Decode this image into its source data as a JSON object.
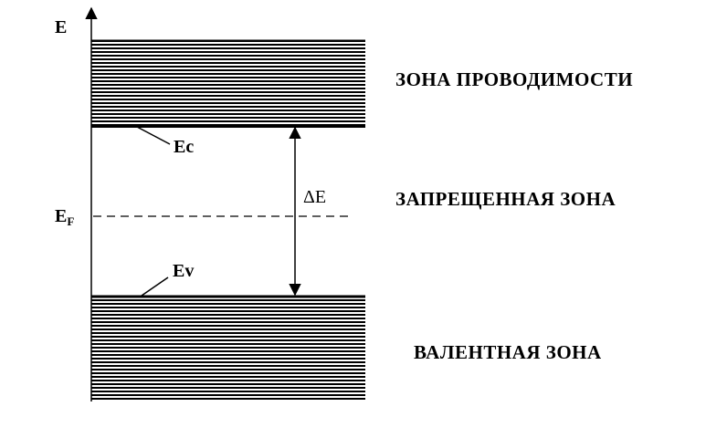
{
  "axis": {
    "label": "E"
  },
  "levels": {
    "conduction_edge": "Ec",
    "valence_edge": "Ev",
    "fermi": {
      "base": "E",
      "subscript": "F"
    },
    "gap": "ΔE"
  },
  "zones": {
    "conduction": "ЗОНА  ПРОВОДИМОСТИ",
    "forbidden": "ЗАПРЕЩЕННАЯ  ЗОНА",
    "valence": "ВАЛЕНТНАЯ  ЗОНА"
  },
  "colors": {
    "ink": "#000000",
    "background": "#ffffff"
  }
}
